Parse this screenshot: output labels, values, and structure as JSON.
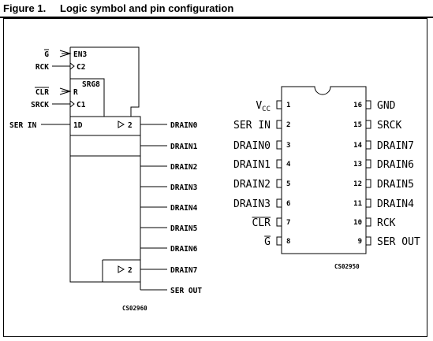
{
  "figure": {
    "label": "Figure 1.",
    "title": "Logic symbol and pin configuration"
  },
  "logic_symbol": {
    "control_block": {
      "inputs": [
        {
          "signal": "G",
          "overbar": true,
          "qualifier": "EN3"
        },
        {
          "signal": "RCK",
          "overbar": false,
          "qualifier": "C2"
        }
      ]
    },
    "register_block": {
      "name": "SRG8",
      "inputs": [
        {
          "signal": "CLR",
          "overbar": true,
          "qualifier": "R"
        },
        {
          "signal": "SRCK",
          "overbar": false,
          "qualifier": "C1"
        }
      ]
    },
    "serial_input": {
      "signal": "SER IN",
      "qualifier": "1D"
    },
    "output_qualifier": "2",
    "outputs": [
      "DRAIN0",
      "DRAIN1",
      "DRAIN2",
      "DRAIN3",
      "DRAIN4",
      "DRAIN5",
      "DRAIN6",
      "DRAIN7"
    ],
    "serial_output": "SER OUT",
    "ref_code": "CS02960"
  },
  "package": {
    "left_pins": [
      {
        "num": "1",
        "name": "VCC",
        "overbar": false
      },
      {
        "num": "2",
        "name": "SER IN",
        "overbar": false
      },
      {
        "num": "3",
        "name": "DRAIN0",
        "overbar": false
      },
      {
        "num": "4",
        "name": "DRAIN1",
        "overbar": false
      },
      {
        "num": "5",
        "name": "DRAIN2",
        "overbar": false
      },
      {
        "num": "6",
        "name": "DRAIN3",
        "overbar": false
      },
      {
        "num": "7",
        "name": "CLR",
        "overbar": true
      },
      {
        "num": "8",
        "name": "G",
        "overbar": true
      }
    ],
    "right_pins": [
      {
        "num": "16",
        "name": "GND",
        "overbar": false
      },
      {
        "num": "15",
        "name": "SRCK",
        "overbar": false
      },
      {
        "num": "14",
        "name": "DRAIN7",
        "overbar": false
      },
      {
        "num": "13",
        "name": "DRAIN6",
        "overbar": false
      },
      {
        "num": "12",
        "name": "DRAIN5",
        "overbar": false
      },
      {
        "num": "11",
        "name": "DRAIN4",
        "overbar": false
      },
      {
        "num": "10",
        "name": "RCK",
        "overbar": false
      },
      {
        "num": "9",
        "name": "SER OUT",
        "overbar": false
      }
    ],
    "ref_code": "CS02950"
  }
}
